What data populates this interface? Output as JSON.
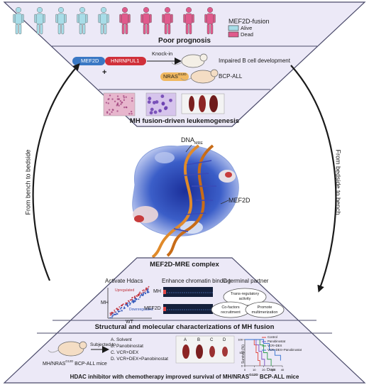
{
  "colors": {
    "panel_fill": "#ece9f7",
    "panel_stroke": "#4a4a6a",
    "alive": "#a8dde8",
    "dead": "#e05a8c",
    "mef2d": "#3a78c4",
    "hnrnpul1": "#d0303a",
    "nras": "#f0b860",
    "arrow": "#1a1a1a"
  },
  "icons": {
    "person": "person-icon",
    "mouse": "mouse-icon",
    "slide": "histology-slide-icon",
    "spleen": "spleen-icon",
    "protein": "protein-structure-icon"
  },
  "top_panel": {
    "legend_title": "MEF2D-fusion",
    "legend_alive": "Alive",
    "legend_dead": "Dead",
    "people_alive_count": 5,
    "people_dead_count": 5,
    "section1_title": "Poor prognosis",
    "gene1": "MEF2D",
    "gene2": "HNRNPUL1",
    "knockin": "Knock-in",
    "outcome1": "Impaired B cell development",
    "plus": "+",
    "nras_base": "NRAS",
    "nras_sup": "G12D",
    "outcome2": "BCP-ALL",
    "section2_title": "MH fusion-driven leukemogenesis"
  },
  "center": {
    "dna_label_base": "DNA",
    "dna_label_sub": "MRE",
    "protein_label": "MEF2D",
    "complex_title": "MEF2D-MRE complex",
    "left_arrow_label": "From bench to bedside",
    "right_arrow_label": "From bedside to bench"
  },
  "bottom_panel": {
    "col1_title": "Activate Hdacs",
    "upregulated": "Upregulated",
    "downregulated": "Downregulated",
    "axis_y": "MH",
    "axis_x": "WT",
    "col2_title": "Enhance chromatin binding",
    "track_mh": "MH",
    "track_mef2d": "MEF2D",
    "col3_title": "C-terminal partner",
    "func1": "Trans-regulatory activity",
    "func2": "Co-factors recruitment",
    "func3": "Promote multimerization",
    "section3_title": "Structural and molecular characterizations of MH fusion",
    "subjected_to": "Subjected to",
    "treatments": [
      "A. Solvent",
      "B. Panobinostat",
      "C. VCR+DEX",
      "D. VCR+DEX+Panobinostat"
    ],
    "mice_base": "MH/NRAS",
    "mice_sup": "G12D",
    "mice_rest": " BCP-ALL mice",
    "spleen_letters": [
      "A",
      "B",
      "C",
      "D"
    ],
    "km_ylabel": "Survival (%)",
    "km_xlabel": "Days",
    "km_legend": [
      "Control",
      "Panobinostat",
      "VCR+DEX",
      "VCR+DEX+Panobinostat"
    ],
    "km_colors": [
      "#e0443c",
      "#7a4fc0",
      "#2f9d4a",
      "#3070d0"
    ],
    "section4_pre": "HDAC inhibitor with chemotherapy improved survival of MH/NRAS",
    "section4_sup": "G12D",
    "section4_post": " BCP-ALL mice"
  },
  "chart_data": {
    "type": "line",
    "title": "",
    "xlabel": "Days",
    "ylabel": "Survival (%)",
    "x_ticks": [
      0,
      10,
      20,
      30,
      40
    ],
    "y_ticks": [
      0,
      50,
      100
    ],
    "xlim": [
      0,
      40
    ],
    "ylim": [
      0,
      100
    ],
    "series": [
      {
        "name": "Control",
        "x": [
          0,
          10,
          12,
          14,
          16
        ],
        "y": [
          100,
          80,
          50,
          20,
          0
        ]
      },
      {
        "name": "Panobinostat",
        "x": [
          0,
          12,
          15,
          18,
          21
        ],
        "y": [
          100,
          80,
          55,
          25,
          0
        ]
      },
      {
        "name": "VCR+DEX",
        "x": [
          0,
          16,
          20,
          24,
          28
        ],
        "y": [
          100,
          80,
          50,
          25,
          0
        ]
      },
      {
        "name": "VCR+DEX+Panobinostat",
        "x": [
          0,
          20,
          26,
          32,
          38
        ],
        "y": [
          100,
          85,
          60,
          40,
          20
        ]
      }
    ]
  }
}
